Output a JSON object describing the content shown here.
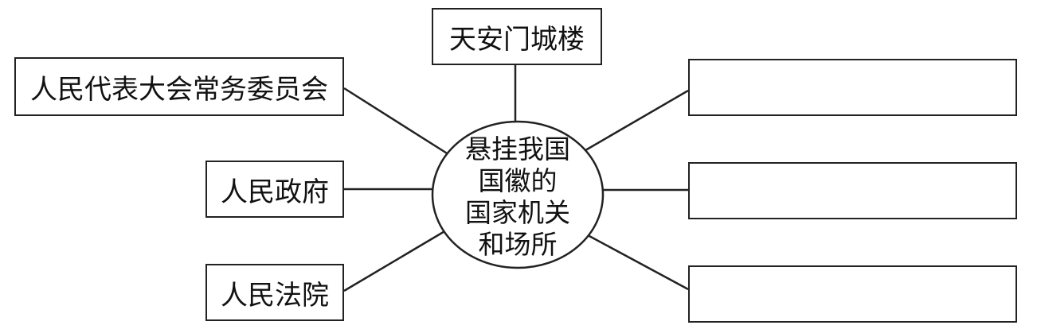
{
  "diagram": {
    "center": {
      "lines": [
        "悬挂我国",
        "国徽的",
        "国家机关",
        "和场所"
      ]
    },
    "nodes": {
      "top": "天安门城楼",
      "left_1": "人民代表大会常务委员会",
      "left_2": "人民政府",
      "left_3": "人民法院",
      "right_1": "",
      "right_2": "",
      "right_3": ""
    },
    "colors": {
      "stroke": "#222222",
      "background": "#ffffff",
      "text": "#111111"
    }
  }
}
